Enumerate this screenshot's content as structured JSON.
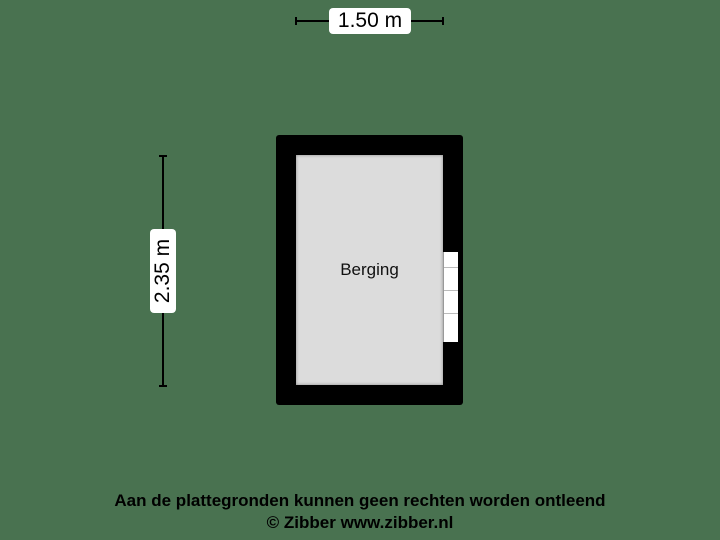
{
  "dimensions": {
    "width_label": "1.50 m",
    "height_label": "2.35 m"
  },
  "rooms": [
    {
      "name": "Berging"
    }
  ],
  "footer": {
    "disclaimer": "Aan de plattegronden kunnen geen rechten worden ontleend",
    "copyright": "© Zibber www.zibber.nl"
  },
  "colors": {
    "background": "#497250",
    "wall": "#000000",
    "floor": "#dcdcdc"
  }
}
